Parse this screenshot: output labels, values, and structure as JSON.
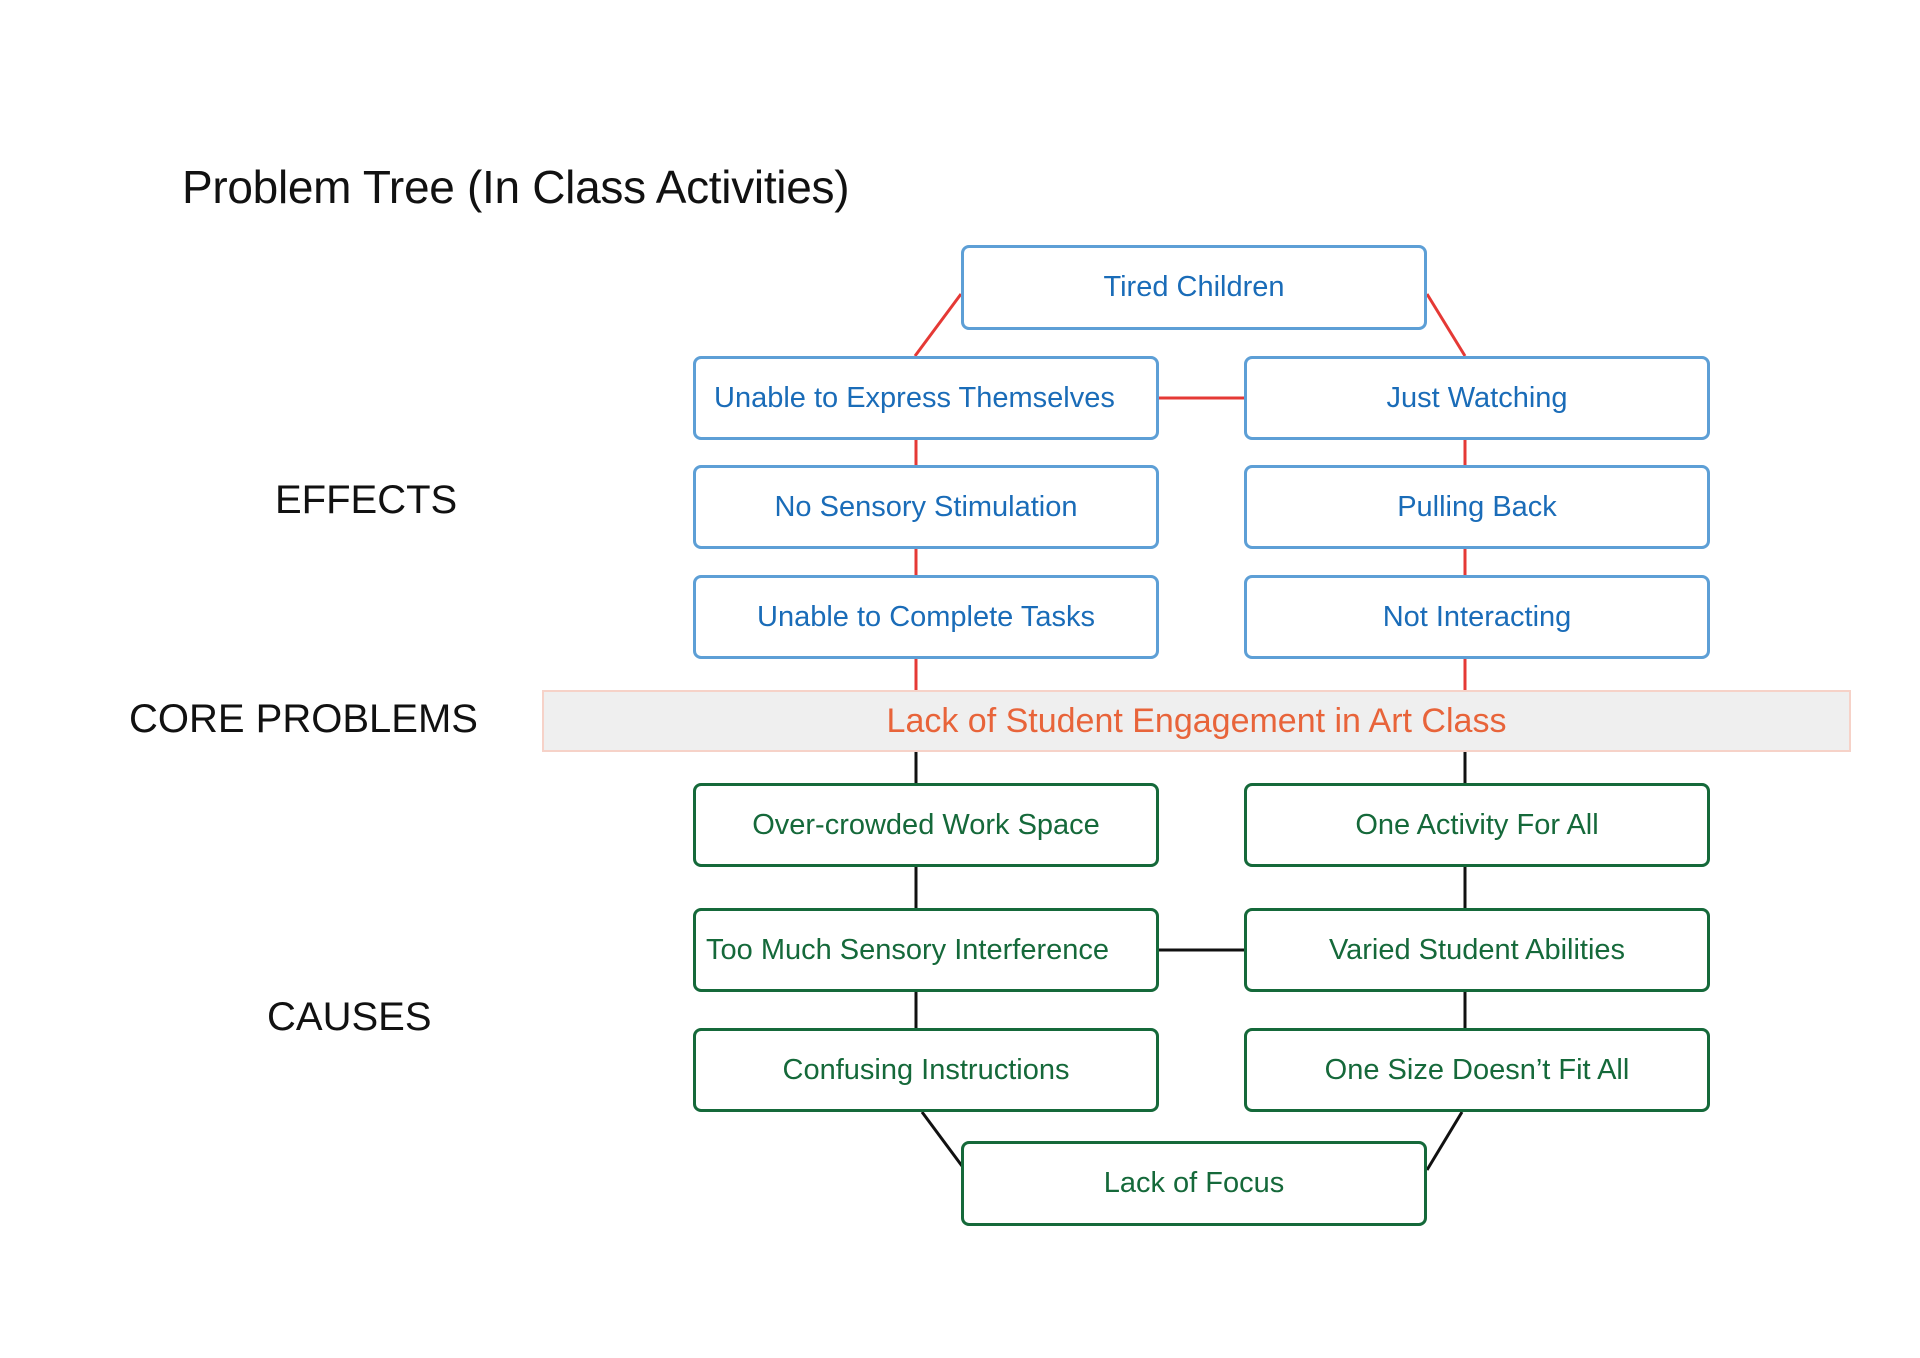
{
  "title": "Problem Tree (In Class Activities)",
  "labels": {
    "effects": "EFFECTS",
    "core": "CORE PROBLEMS",
    "causes": "CAUSES"
  },
  "effects": {
    "top": "Tired Children",
    "left": [
      "Unable to Express Themselves",
      "No Sensory Stimulation",
      "Unable to Complete Tasks"
    ],
    "right": [
      "Just Watching",
      "Pulling Back",
      "Not Interacting"
    ]
  },
  "core_problem": "Lack of Student Engagement in Art Class",
  "causes": {
    "left": [
      "Over-crowded Work Space",
      "Too Much Sensory Interference",
      "Confusing Instructions"
    ],
    "right": [
      "One Activity For All",
      "Varied Student Abilities",
      "One Size Doesn’t Fit All"
    ],
    "bottom": "Lack of Focus"
  },
  "colors": {
    "effect_border": "#5d9fd6",
    "effect_text": "#1a6cb8",
    "effect_connector": "#e53935",
    "cause_border": "#15693a",
    "cause_text": "#15693a",
    "cause_connector": "#111111",
    "core_text": "#e8643a",
    "core_background": "#efefef"
  }
}
